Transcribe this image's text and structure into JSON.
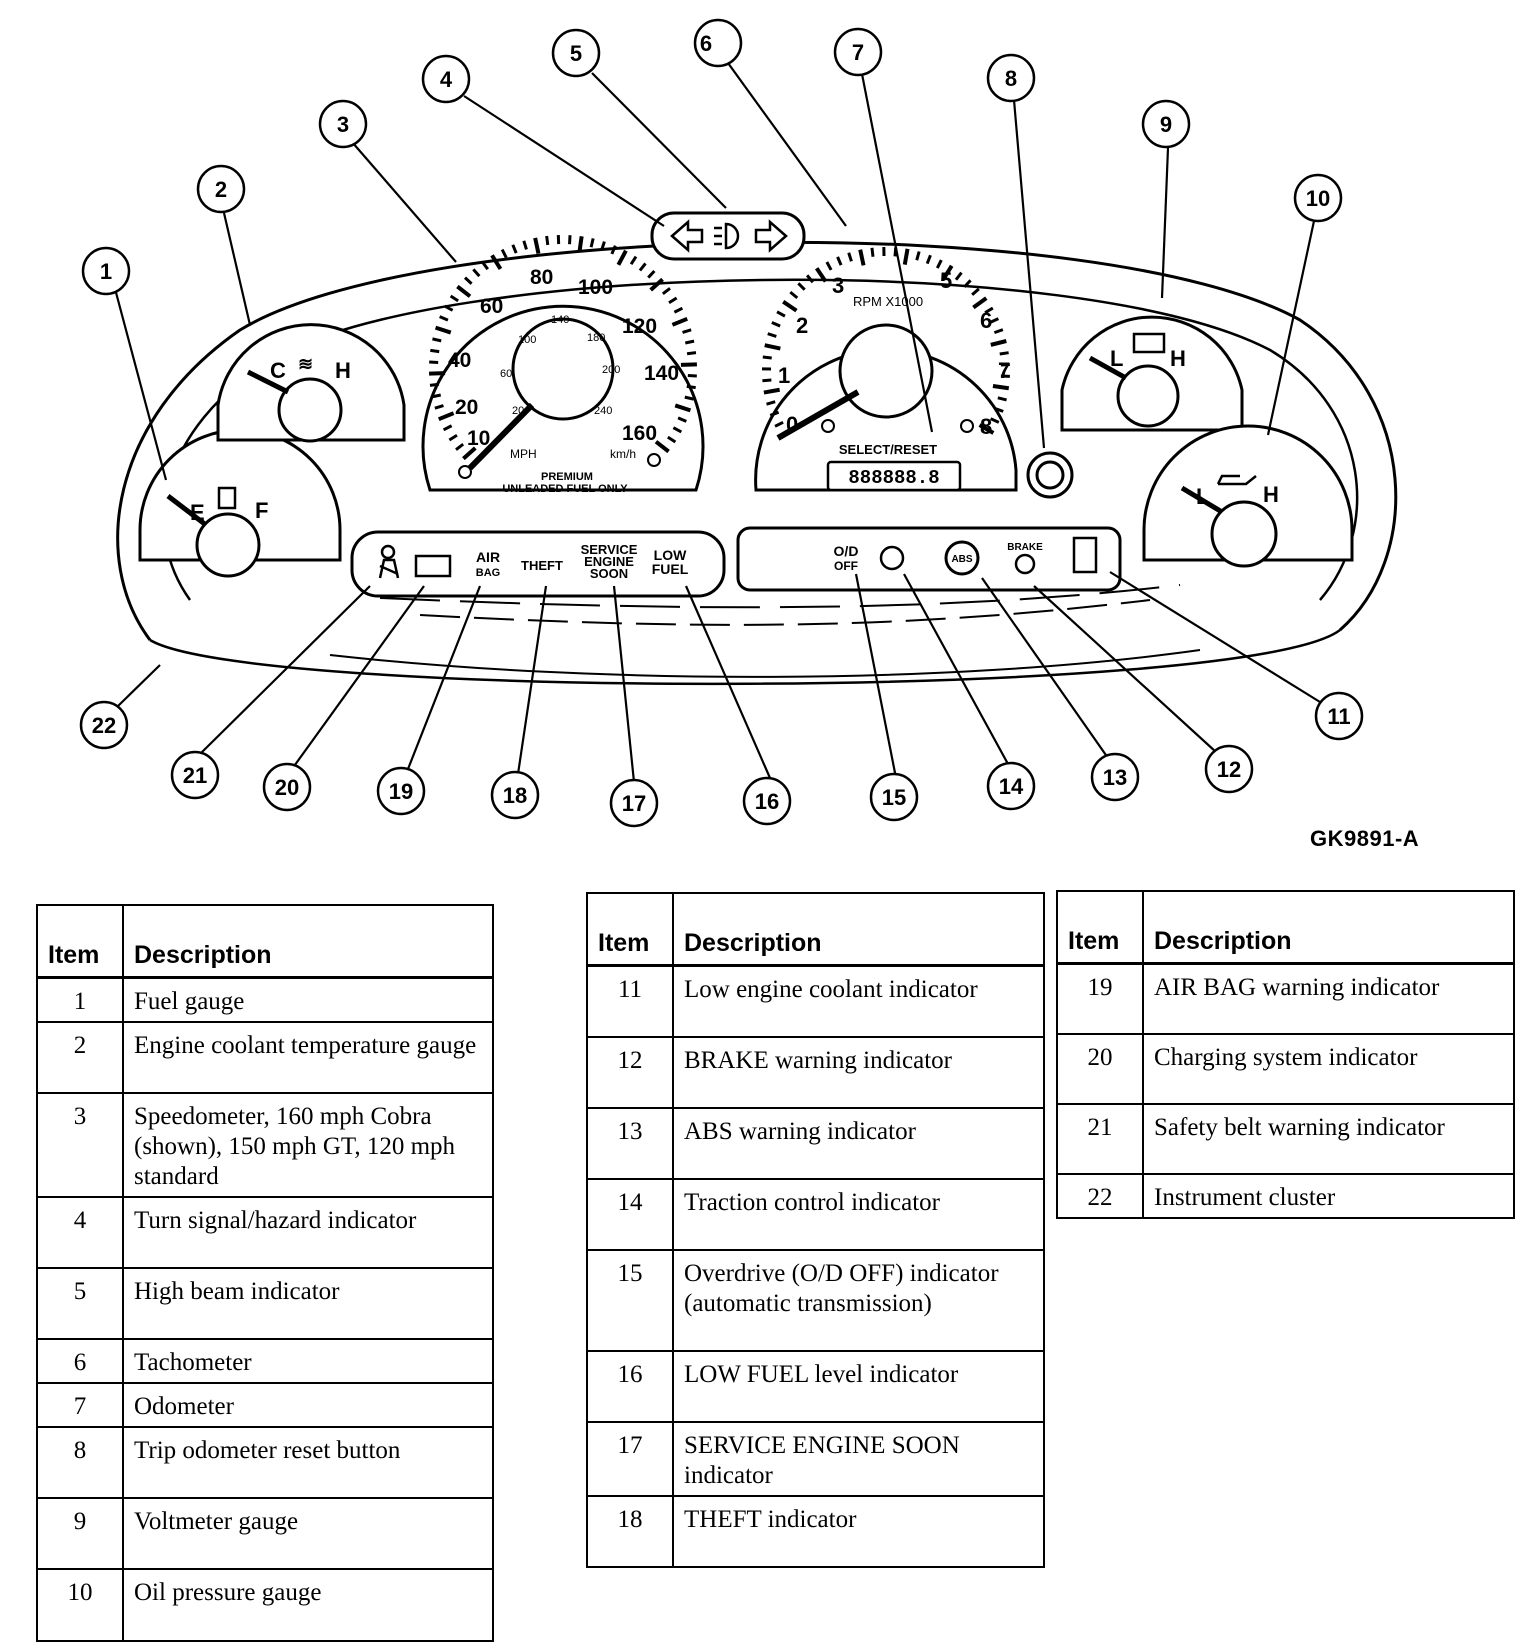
{
  "figure_code": "GK9891-A",
  "callouts": [
    "1",
    "2",
    "3",
    "4",
    "5",
    "6",
    "7",
    "8",
    "9",
    "10",
    "11",
    "12",
    "13",
    "14",
    "15",
    "16",
    "17",
    "18",
    "19",
    "20",
    "21",
    "22"
  ],
  "gauge_labels": {
    "fuel": {
      "empty": "E",
      "full": "F"
    },
    "coolant": {
      "cold": "C",
      "hot": "H"
    },
    "volt": {
      "low": "L",
      "high": "H"
    },
    "oil": {
      "low": "L",
      "high": "H"
    }
  },
  "speedometer": {
    "mph_ticks": [
      "10",
      "20",
      "40",
      "60",
      "80",
      "100",
      "120",
      "140",
      "160"
    ],
    "kmh_ticks": [
      "20",
      "60",
      "100",
      "140",
      "180",
      "200",
      "240"
    ],
    "mph_unit": "MPH",
    "kmh_unit": "km/h",
    "fuel_note_1": "PREMIUM",
    "fuel_note_2": "UNLEADED FUEL ONLY"
  },
  "tachometer": {
    "ticks": [
      "0",
      "1",
      "2",
      "3",
      "5",
      "6",
      "7",
      "8"
    ],
    "unit": "RPM X1000",
    "select_reset": "SELECT/RESET",
    "odometer": "888888.8"
  },
  "warning_lamps": {
    "air_bag_1": "AIR",
    "air_bag_2": "BAG",
    "theft": "THEFT",
    "ses_1": "SERVICE",
    "ses_2": "ENGINE",
    "ses_3": "SOON",
    "low_fuel_1": "LOW",
    "low_fuel_2": "FUEL",
    "od_1": "O/D",
    "od_2": "OFF",
    "abs": "ABS",
    "brake": "BRAKE"
  },
  "tables": [
    {
      "headers": {
        "item": "Item",
        "description": "Description"
      },
      "rows": [
        {
          "item": "1",
          "description": "Fuel gauge"
        },
        {
          "item": "2",
          "description": "Engine coolant temperature gauge"
        },
        {
          "item": "3",
          "description": "Speedometer, 160 mph Cobra (shown), 150 mph GT, 120 mph standard"
        },
        {
          "item": "4",
          "description": "Turn signal/hazard indicator"
        },
        {
          "item": "5",
          "description": "High beam indicator"
        },
        {
          "item": "6",
          "description": "Tachometer"
        },
        {
          "item": "7",
          "description": "Odometer"
        },
        {
          "item": "8",
          "description": "Trip odometer reset button"
        },
        {
          "item": "9",
          "description": "Voltmeter gauge"
        },
        {
          "item": "10",
          "description": "Oil pressure gauge"
        }
      ]
    },
    {
      "headers": {
        "item": "Item",
        "description": "Description"
      },
      "rows": [
        {
          "item": "11",
          "description": "Low engine coolant indicator"
        },
        {
          "item": "12",
          "description": "BRAKE warning indicator"
        },
        {
          "item": "13",
          "description": "ABS warning indicator"
        },
        {
          "item": "14",
          "description": "Traction control indicator"
        },
        {
          "item": "15",
          "description": "Overdrive (O/D OFF) indicator (automatic transmission)"
        },
        {
          "item": "16",
          "description": "LOW FUEL level indicator"
        },
        {
          "item": "17",
          "description": "SERVICE ENGINE SOON indicator"
        },
        {
          "item": "18",
          "description": "THEFT indicator"
        }
      ]
    },
    {
      "headers": {
        "item": "Item",
        "description": "Description"
      },
      "rows": [
        {
          "item": "19",
          "description": "AIR BAG warning indicator"
        },
        {
          "item": "20",
          "description": "Charging system indicator"
        },
        {
          "item": "21",
          "description": "Safety belt warning indicator"
        },
        {
          "item": "22",
          "description": "Instrument cluster"
        }
      ]
    }
  ]
}
